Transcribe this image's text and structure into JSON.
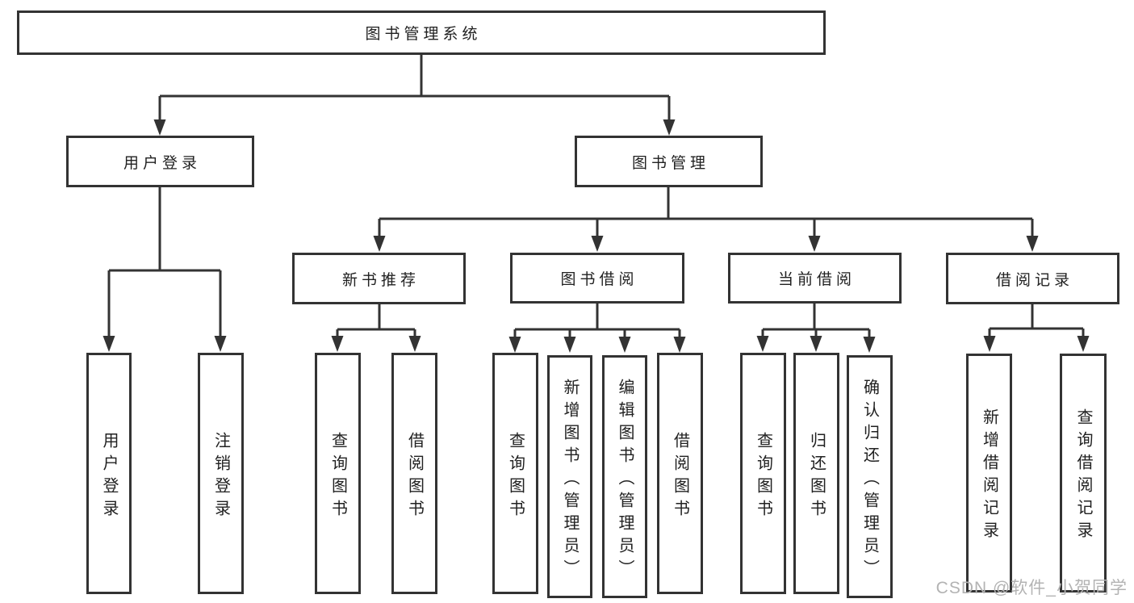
{
  "page": {
    "background": "#ffffff"
  },
  "style": {
    "line_color": "#333333",
    "box_border_color": "#333333",
    "text_color": "#212121"
  },
  "watermark": {
    "text": "CSDN @软件_小贺同学",
    "color": "#b3b3b3"
  },
  "tree": {
    "label": "图书管理系统",
    "children": [
      {
        "label": "用户登录",
        "children": [
          {
            "label": "用户登录"
          },
          {
            "label": "注销登录"
          }
        ]
      },
      {
        "label": "图书管理",
        "children": [
          {
            "label": "新书推荐",
            "children": [
              {
                "label": "查询图书"
              },
              {
                "label": "借阅图书"
              }
            ]
          },
          {
            "label": "图书借阅",
            "children": [
              {
                "label": "查询图书"
              },
              {
                "label": "新增图书（管理员）"
              },
              {
                "label": "编辑图书（管理员）"
              },
              {
                "label": "借阅图书"
              }
            ]
          },
          {
            "label": "当前借阅",
            "children": [
              {
                "label": "查询图书"
              },
              {
                "label": "归还图书"
              },
              {
                "label": "确认归还（管理员）"
              }
            ]
          },
          {
            "label": "借阅记录",
            "children": [
              {
                "label": "新增借阅记录"
              },
              {
                "label": "查询借阅记录"
              }
            ]
          }
        ]
      }
    ]
  }
}
